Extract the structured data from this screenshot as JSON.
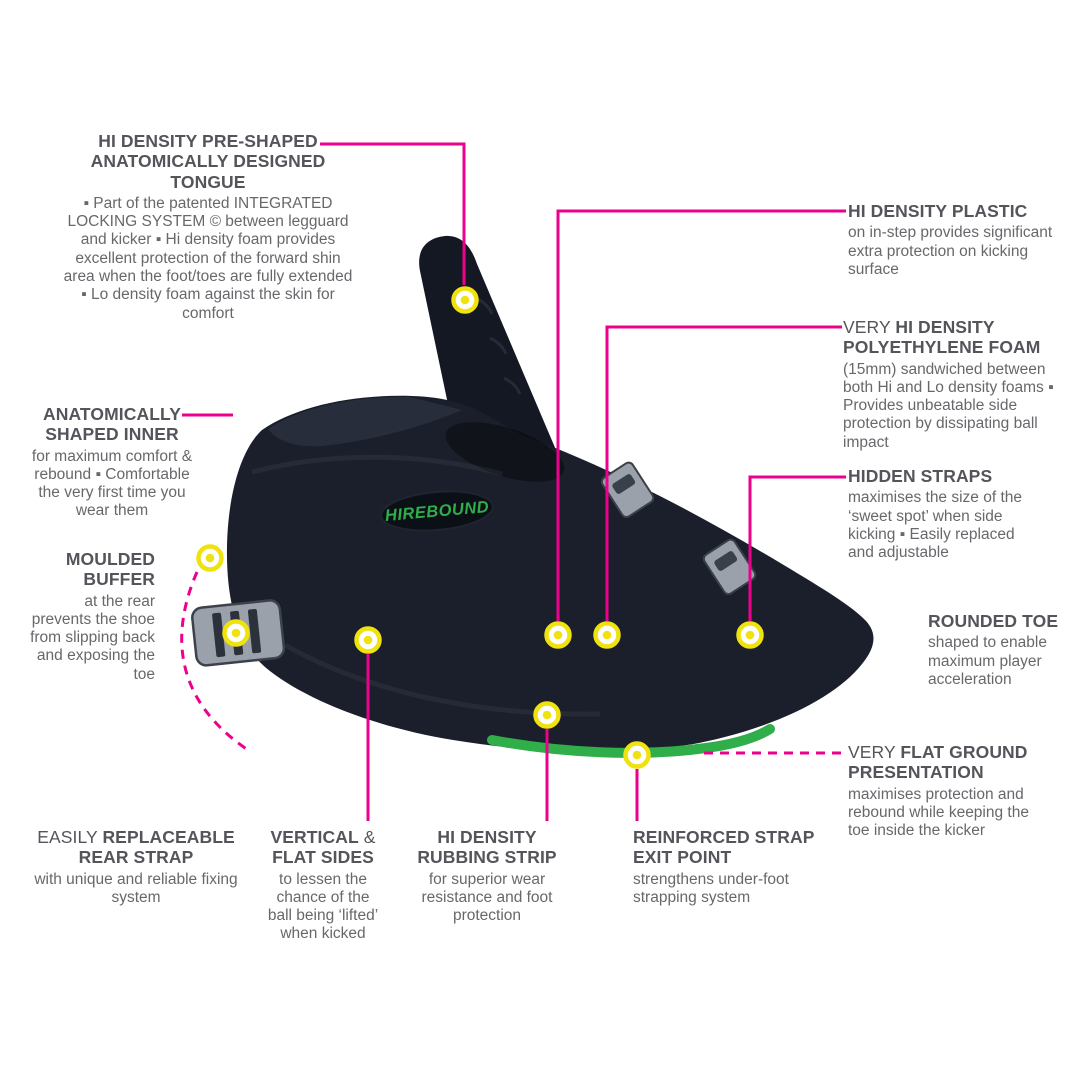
{
  "colors": {
    "pink": "#ec008c",
    "yellow": "#efe20e",
    "heading": "#54555a",
    "bodytext": "#67686c",
    "boot": "#1a1f2b",
    "bootdark": "#141823",
    "green": "#2fae4a",
    "steel": "#9aa1ab"
  },
  "logo": "HIREBOUND",
  "callouts": {
    "tongue": {
      "title": "HI DENSITY PRE-SHAPED ANATOMICALLY DESIGNED TONGUE",
      "body": "▪ Part of the patented INTEGRATED LOCKING SYSTEM © between legguard and kicker ▪ Hi density foam provides excellent protection of the forward shin area when the foot/toes are fully extended ▪ Lo density foam against the skin for comfort"
    },
    "hi_density_plastic": {
      "title": "HI DENSITY PLASTIC",
      "body": "on in-step provides significant extra protection on kicking surface"
    },
    "polyethylene_foam": {
      "title_light": "VERY ",
      "title": "HI DENSITY POLYETHYLENE FOAM",
      "body": "(15mm) sandwiched between both Hi and Lo density foams ▪ Provides unbeatable side protection by dissipating ball impact"
    },
    "hidden_straps": {
      "title": "HIDDEN STRAPS",
      "body": "maximises the size of the ‘sweet spot’ when side kicking ▪ Easily replaced and adjustable"
    },
    "rounded_toe": {
      "title": "ROUNDED TOE",
      "body": "shaped to enable maximum player acceleration"
    },
    "flat_ground": {
      "title_light": "VERY ",
      "title": "FLAT GROUND PRESENTATION",
      "body": "maximises protection and rebound while keeping the toe inside the kicker"
    },
    "shaped_inner": {
      "title": "ANATOMICALLY SHAPED INNER",
      "body": "for maximum comfort & rebound ▪ Comfortable the very first time you wear them"
    },
    "moulded_buffer": {
      "title": "MOULDED BUFFER",
      "body": "at the rear prevents the shoe from slipping back and exposing the toe"
    },
    "rear_strap": {
      "title_light": "EASILY ",
      "title": "REPLACEABLE REAR STRAP",
      "body": "with unique and reliable fixing system"
    },
    "flat_sides": {
      "title_bold_1": "VERTICAL",
      "title_light": " & ",
      "title_bold_2": "FLAT SIDES",
      "body": "to lessen the chance of the ball being ‘lifted’ when kicked"
    },
    "rubbing_strip": {
      "title": "HI DENSITY RUBBING STRIP",
      "body": "for superior wear resistance and foot protection"
    },
    "strap_exit": {
      "title": "REINFORCED STRAP EXIT POINT",
      "body": "strengthens under-foot strapping system"
    }
  }
}
